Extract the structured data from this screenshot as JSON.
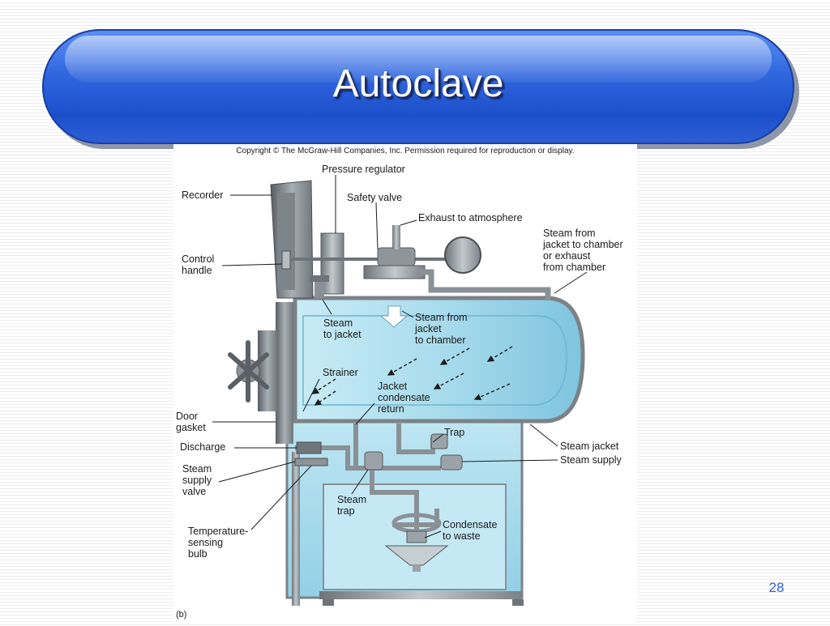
{
  "slide": {
    "title": "Autoclave",
    "page_number": "28"
  },
  "figure": {
    "copyright": "Copyright © The McGraw-Hill Companies, Inc. Permission required for reproduction or display.",
    "panel_label": "(b)",
    "labels": {
      "pressure_regulator": "Pressure regulator",
      "recorder": "Recorder",
      "safety_valve": "Safety valve",
      "exhaust": "Exhaust to atmosphere",
      "steam_from_jacket_exhaust": [
        "Steam from",
        "jacket to chamber",
        "or exhaust",
        "from chamber"
      ],
      "control_handle": [
        "Control",
        "handle"
      ],
      "steam_to_jacket": [
        "Steam",
        "to jacket"
      ],
      "steam_jacket_to_chamber": [
        "Steam from",
        "jacket",
        "to chamber"
      ],
      "strainer": "Strainer",
      "jacket_condensate": [
        "Jacket",
        "condensate",
        "return"
      ],
      "door_gasket": [
        "Door",
        "gasket"
      ],
      "trap": "Trap",
      "discharge": "Discharge",
      "steam_jacket": "Steam jacket",
      "steam_supply": "Steam supply",
      "steam_supply_valve": [
        "Steam",
        "supply",
        "valve"
      ],
      "steam_trap": [
        "Steam",
        "trap"
      ],
      "condensate_waste": [
        "Condensate",
        "to waste"
      ],
      "temp_bulb": [
        "Temperature-",
        "sensing",
        "bulb"
      ]
    }
  },
  "colors": {
    "title_bar": "#2f66de",
    "chamber": "#a8dcec",
    "metal": "#9aa2a8",
    "page_number": "#2e62d4"
  }
}
